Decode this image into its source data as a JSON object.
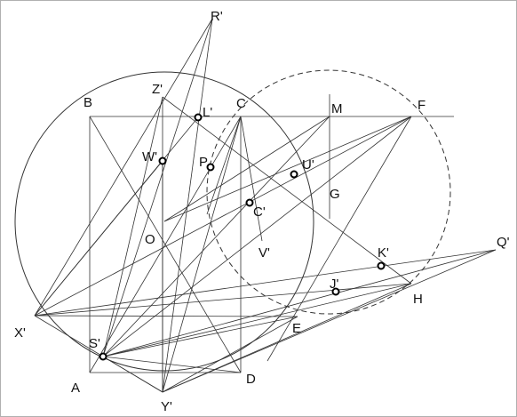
{
  "labels": {
    "A": "A",
    "B": "B",
    "C": "C",
    "D": "D",
    "E": "E",
    "F": "F",
    "G": "G",
    "H": "H",
    "M": "M",
    "O": "O",
    "P": "P",
    "R_p": "R'",
    "Z_p": "Z'",
    "L_p": "L'",
    "W_p": "W'",
    "U_p": "U'",
    "C_p": "C'",
    "V_p": "V'",
    "K_p": "K'",
    "Q_p": "Q'",
    "J_p": "J'",
    "X_p": "X'",
    "S_p": "S'",
    "Y_p": "Y'"
  }
}
